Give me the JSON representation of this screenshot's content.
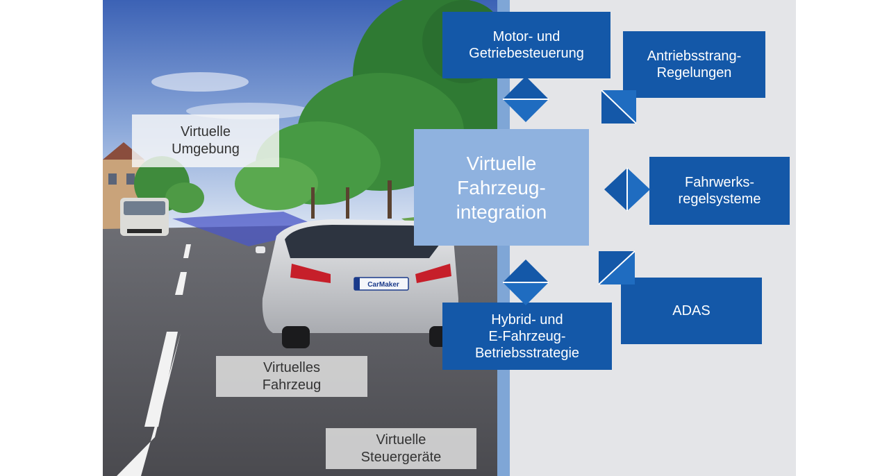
{
  "center": {
    "label": "Virtuelle\nFahrzeug-\nintegration"
  },
  "boxes": {
    "motor": "Motor- und\nGetriebesteuerung",
    "antrieb": "Antriebsstrang-\nRegelungen",
    "fahrwerk": "Fahrwerks-\nregelsysteme",
    "adas": "ADAS",
    "hybrid": "Hybrid- und\nE-Fahrzeug-\nBetriebsstrategie"
  },
  "scene_labels": {
    "umgebung": "Virtuelle\nUmgebung",
    "fahrzeug": "Virtuelles\nFahrzeug",
    "steuergeraete": "Virtuelle\nSteuergeräte"
  },
  "plate": "CarMaker",
  "colors": {
    "box_blue": "#1458a8",
    "center_blue": "#8fb2df",
    "panel_gray": "#e4e5e8"
  }
}
